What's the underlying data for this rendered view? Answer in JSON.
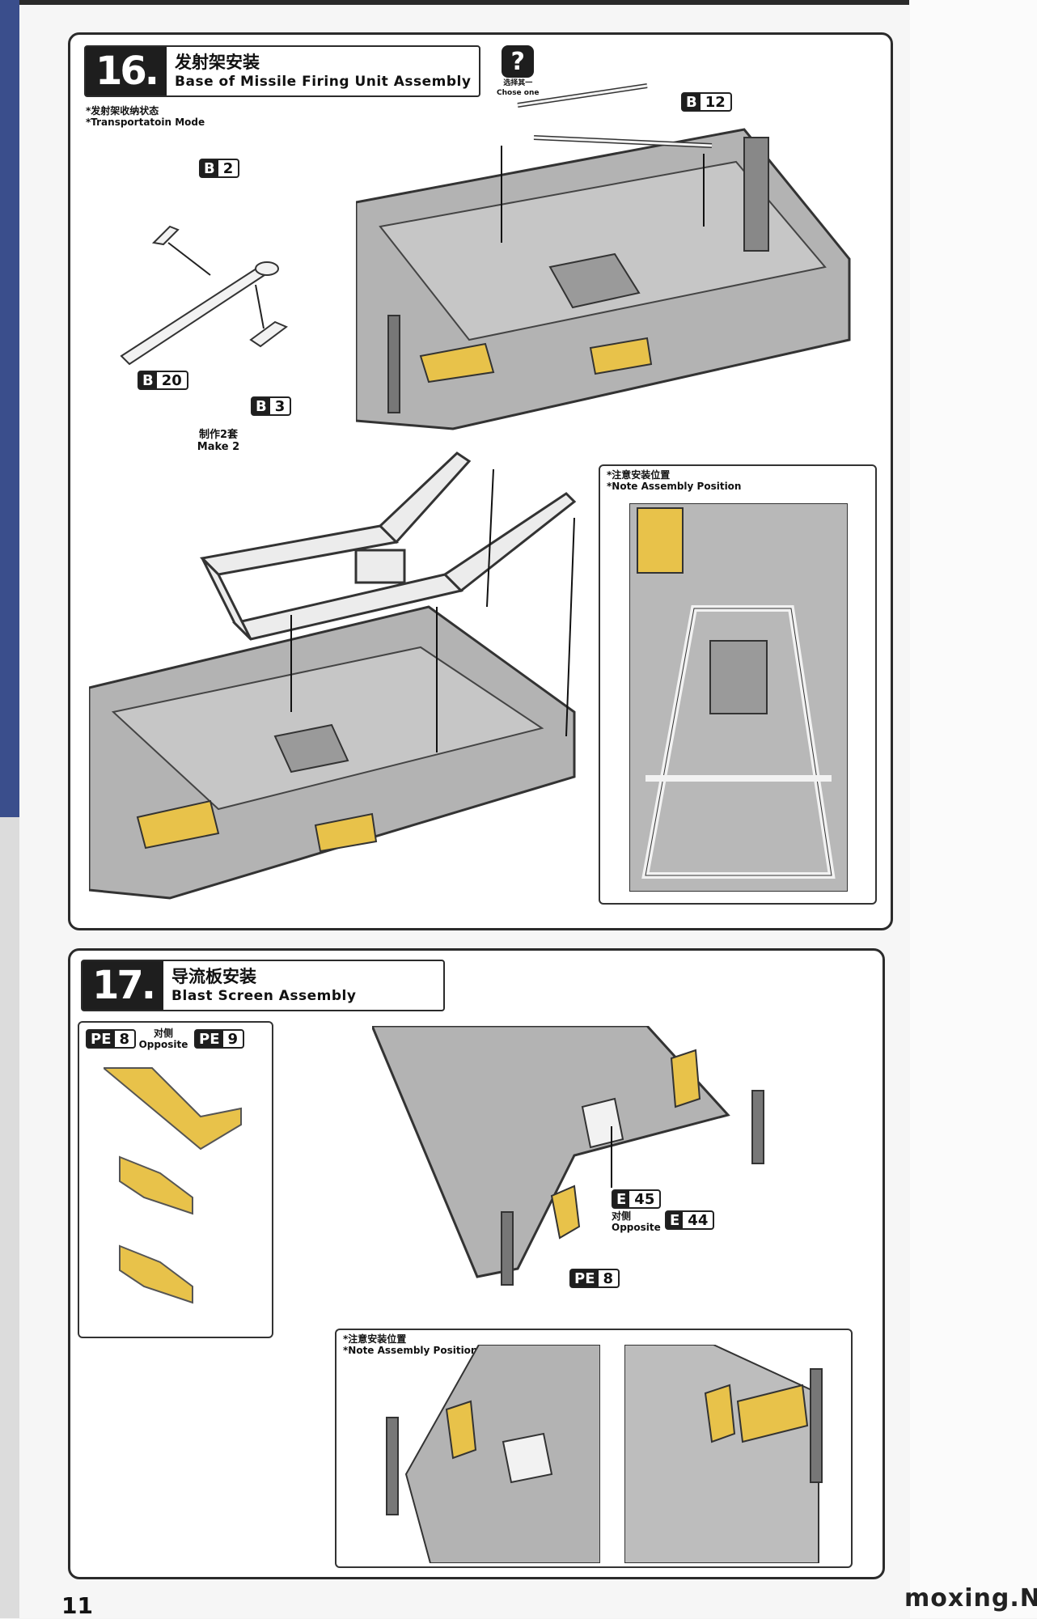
{
  "step16": {
    "number": "16.",
    "title_zh": "发射架安装",
    "title_en": "Base of Missile Firing Unit Assembly",
    "choose_zh": "选择其一",
    "choose_en": "Chose one",
    "transport_zh": "*发射架收纳状态",
    "transport_en": "*Transportatoin Mode",
    "make_zh": "制作2套",
    "make_en": "Make 2",
    "note_zh": "*注意安装位置",
    "note_en": "*Note Assembly Position",
    "parts": [
      {
        "letter": "B",
        "num": "2"
      },
      {
        "letter": "B",
        "num": "20"
      },
      {
        "letter": "B",
        "num": "3"
      },
      {
        "letter": "B",
        "num": "12"
      }
    ]
  },
  "step17": {
    "number": "17.",
    "title_zh": "导流板安装",
    "title_en": "Blast Screen Assembly",
    "pe_left": {
      "letter": "PE",
      "num": "8"
    },
    "pe_right": {
      "letter": "PE",
      "num": "9"
    },
    "opposite_zh": "对侧",
    "opposite_en": "Opposite",
    "e45": {
      "letter": "E",
      "num": "45"
    },
    "e44": {
      "letter": "E",
      "num": "44"
    },
    "pe8_callout": {
      "letter": "PE",
      "num": "8"
    },
    "note_zh": "*注意安装位置",
    "note_en": "*Note Assembly Position"
  },
  "page_number": "11",
  "watermark": "moxing.NET",
  "colors": {
    "yellow": "#e8c24a",
    "gray": "#a9a9a9",
    "dark": "#2b2b2b"
  }
}
